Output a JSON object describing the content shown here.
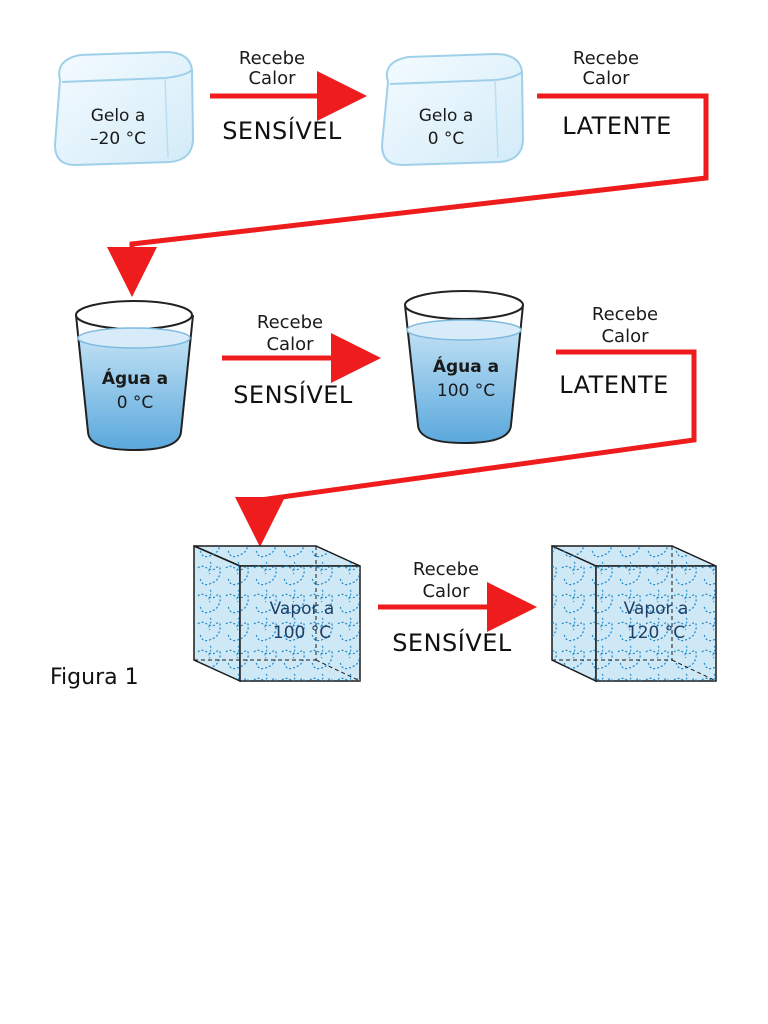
{
  "figure_label": "Figura 1",
  "colors": {
    "arrow": "#ee1c1c",
    "ice_fill": "#e6f3fb",
    "ice_stroke": "#9fd0ea",
    "water": "#8cc6ea",
    "vapor_stroke": "#1e88c8",
    "vapor_fill": "#cfe8f6"
  },
  "states": {
    "ice_minus20": {
      "line1": "Gelo a",
      "line2": "–20 °C"
    },
    "ice_0": {
      "line1": "Gelo a",
      "line2": "0 °C"
    },
    "water_0": {
      "line1": "Água a",
      "line2": "0 °C"
    },
    "water_100": {
      "line1": "Água a",
      "line2": "100 °C"
    },
    "vapor_100": {
      "line1": "Vapor a",
      "line2": "100 °C"
    },
    "vapor_120": {
      "line1": "Vapor a",
      "line2": "120 °C"
    }
  },
  "transitions": [
    {
      "line1": "Recebe",
      "line2": "Calor",
      "type": "SENSÍVEL"
    },
    {
      "line1": "Recebe",
      "line2": "Calor",
      "type": "LATENTE"
    },
    {
      "line1": "Recebe",
      "line2": "Calor",
      "type": "SENSÍVEL"
    },
    {
      "line1": "Recebe",
      "line2": "Calor",
      "type": "LATENTE"
    },
    {
      "line1": "Recebe",
      "line2": "Calor",
      "type": "SENSÍVEL"
    }
  ]
}
